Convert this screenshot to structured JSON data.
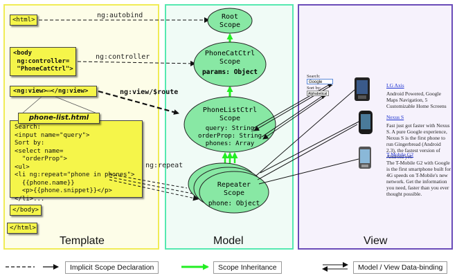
{
  "template": {
    "title": "Template",
    "html_open": "<html>",
    "body_line1": "<body",
    "body_line2": " ng:controller=",
    "body_line3": " \"PhoneCatCtrl\">",
    "ngview": "<ng:view>▭</ng:view>",
    "partial_name": "phone-list.html",
    "partial_lines": [
      "Search:",
      "<input name=\"query\">",
      "Sort by:",
      "<select name=",
      "  \"orderProp\">",
      "<ul>",
      "<li ng:repeat=\"phone in phones\">",
      "  {{phone.name}}",
      "  <p>{{phone.snippet}}</p>",
      "</li>..."
    ],
    "body_close": "</body>",
    "html_close": "</html>"
  },
  "connectors": {
    "autobind": "ng:autobind",
    "controller": "ng:controller",
    "route": "ng:view/$route",
    "repeat": "ng:repeat"
  },
  "model": {
    "title": "Model",
    "root_line1": "Root",
    "root_line2": "Scope",
    "phonecat_line1": "PhoneCatCtrl",
    "phonecat_line2": "Scope",
    "phonecat_line3": "params: Object",
    "phonelist_line1": "PhoneListCtrl",
    "phonelist_line2": "Scope",
    "phonelist_line3": "query: String",
    "phonelist_line4": "orderProp: String",
    "phonelist_line5": "phones: Array",
    "repeater_line1": "Repeater",
    "repeater_line2": "Scope",
    "repeater_line3": "phone: Object"
  },
  "view": {
    "title": "View",
    "search_label": "Search:",
    "search_value": "Google",
    "sort_label": "Sort by:",
    "sort_value": "Alphabetical",
    "phones": [
      {
        "name": "LG Axis",
        "snippet": "Android Powered, Google Maps Navigation, 5 Customizable Home Screens"
      },
      {
        "name": "Nexus S",
        "snippet": "Fast just got faster with Nexus S. A pure Google experience, Nexus S is the first phone to run Gingerbread (Android 2.3), the fastest version of Android yet."
      },
      {
        "name": "T-Mobile G2",
        "snippet": "The T-Mobile G2 with Google is the first smartphone built for 4G speeds on T-Mobile's new network. Get the information you need, faster than you ever thought possible."
      }
    ]
  },
  "legend": {
    "implicit": "Implicit Scope Declaration",
    "inheritance": "Scope Inheritance",
    "binding": "Model / View Data-binding"
  },
  "colors": {
    "scope_fill": "#88e8a4",
    "inheritance_arrow": "#22ee22",
    "template_box": "#f5f54a"
  }
}
